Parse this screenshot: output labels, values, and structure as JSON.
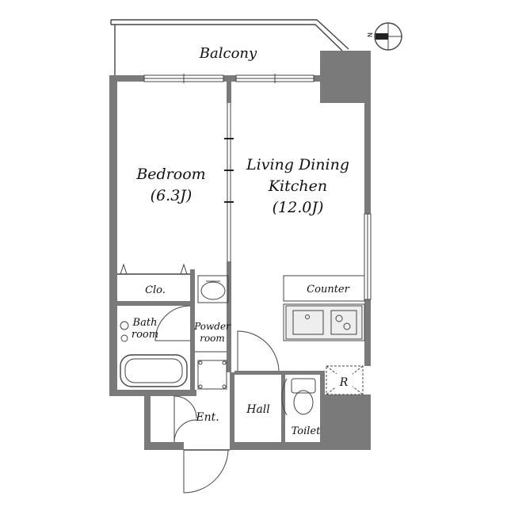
{
  "rooms": {
    "balcony": "Balcony",
    "bedroom": "Bedroom",
    "bedroom_size": "(6.3J)",
    "living_line1": "Living Dining",
    "living_line2": "Kitchen",
    "living_size": "(12.0J)",
    "closet": "Clo.",
    "counter": "Counter",
    "bath_line1": "Bath",
    "bath_line2": "room",
    "powder_line1": "Powder",
    "powder_line2": "room",
    "hall": "Hall",
    "entrance": "Ent.",
    "toilet": "Toilet",
    "refrigerator": "R"
  },
  "compass": {
    "north": "N"
  },
  "colors": {
    "wall": "#7a7a7a",
    "line": "#444444",
    "background": "#ffffff"
  }
}
